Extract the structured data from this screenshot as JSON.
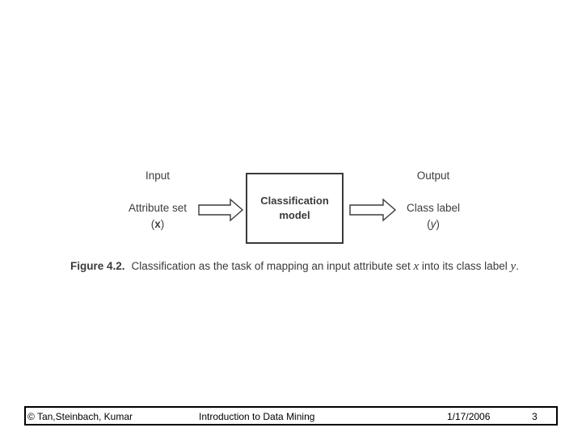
{
  "diagram": {
    "input_heading": "Input",
    "input_line1": "Attribute set",
    "input_line2_open": "(",
    "input_var": "x",
    "input_line2_close": ")",
    "box_line1": "Classification",
    "box_line2": "model",
    "output_heading": "Output",
    "output_line1": "Class label",
    "output_line2_open": "(",
    "output_var": "y",
    "output_line2_close": ")"
  },
  "caption": {
    "figure_label": "Figure 4.2.",
    "text_before": "Classification as the task of mapping an input attribute set ",
    "var_x": "x",
    "text_middle": " into its class label ",
    "var_y": "y",
    "text_end": "."
  },
  "footer": {
    "authors": "© Tan,Steinbach, Kumar",
    "course": "Introduction to Data Mining",
    "date": "1/17/2006",
    "page_number": "3"
  }
}
